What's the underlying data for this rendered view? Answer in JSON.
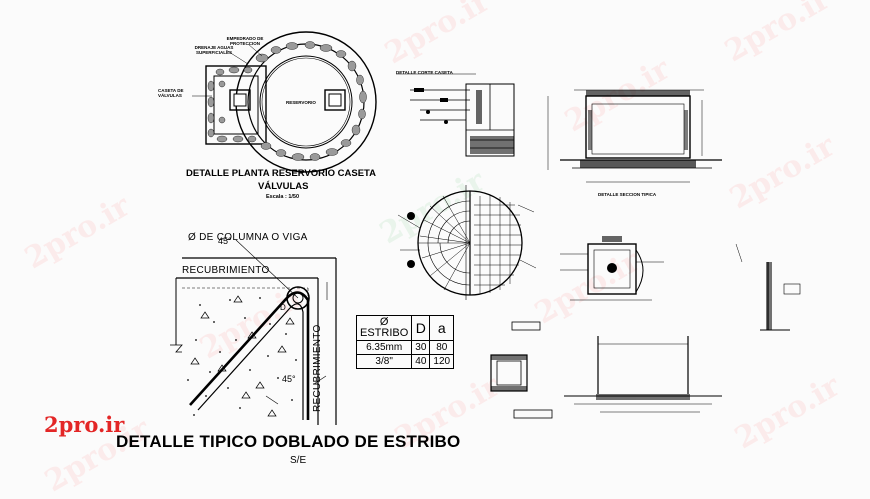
{
  "watermark": "2pro.ir",
  "brand": "2pro.ir",
  "plan": {
    "title_line1": "DETALLE PLANTA  RESERVORIO CASETA",
    "title_line2": "VÁLVULAS",
    "scale": "Escala : 1/50",
    "center_label": "RESERVORIO",
    "label_valvulas": "CASETA DE VÁLVULAS",
    "label_drenaje": "DRENAJE AGUAS SUPERFICIALES",
    "label_proteccion": "EMPEDRADO DE PROTECCION"
  },
  "stirrup": {
    "column_title": "Ø DE COLUMNA O VIGA",
    "recub_h": "RECUBRIMIENTO",
    "recub_v": "RECUBRIMIENTO",
    "angle1": "45°",
    "angle2": "45°",
    "dim_d": "D"
  },
  "table": {
    "header_phi": "Ø",
    "header_estribo": "ESTRIBO",
    "header_d": "D",
    "header_a": "a",
    "rows": [
      {
        "size": "6.35mm",
        "d": "30",
        "a": "80"
      },
      {
        "size": "3/8\"",
        "d": "40",
        "a": "120"
      }
    ]
  },
  "main_title": "DETALLE TIPICO DOBLADO DE ESTRIBO",
  "main_subtitle": "S/E"
}
